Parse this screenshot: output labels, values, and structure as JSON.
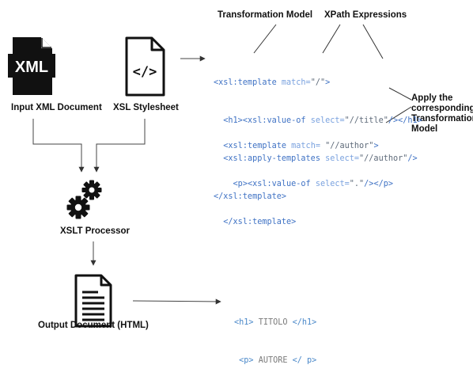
{
  "labels": {
    "input_xml": "Input XML Document",
    "xsl_stylesheet": "XSL Stylesheet",
    "xslt_processor": "XSLT Processor",
    "output_document": "Output Document (HTML)",
    "transformation_model": "Transformation Model",
    "xpath_expressions": "XPath Expressions",
    "apply_note": [
      "Apply the",
      "corresponding",
      "Transformation",
      "Model"
    ]
  },
  "icons": {
    "xml_file": "xml-file-icon",
    "xsl_file": "code-file-icon",
    "processor": "gears-icon",
    "output": "document-icon"
  },
  "xml_icon_text": "XML",
  "xsl_icon_text": "</>",
  "code_block_1": {
    "line1": {
      "open": "<xsl:template",
      "attr": "match=",
      "val": "\"/\"",
      "close": ">"
    },
    "line2": {
      "h1_open": "<h1>",
      "tag": "<xsl:value-of",
      "attr": "select=",
      "val": "\"//title\"",
      "close": "/></h1>"
    },
    "line3": {
      "tag": "<xsl:apply-templates",
      "attr": "select=",
      "val": "\"//author\"",
      "close": "/>"
    },
    "line4": "</xsl:template>"
  },
  "code_block_2": {
    "line1": {
      "open": "<xsl:template",
      "attr": "match=",
      "val": "\"//author\"",
      "close": ">"
    },
    "line2": {
      "p_open": "<p>",
      "tag": "<xsl:value-of",
      "attr": "select=",
      "val": "\".\"",
      "close": "/></p>"
    },
    "line3": "</xsl:template>"
  },
  "output_code": {
    "line1": {
      "open": "<h1>",
      "text": "TITOLO",
      "close": "</h1>"
    },
    "line2": {
      "open": "<p>",
      "text": "AUTORE",
      "close": "</ p>"
    }
  },
  "colors": {
    "tag": "#3f72c4",
    "attribute": "#7aa2df",
    "line": "#444444",
    "icon": "#111111"
  }
}
